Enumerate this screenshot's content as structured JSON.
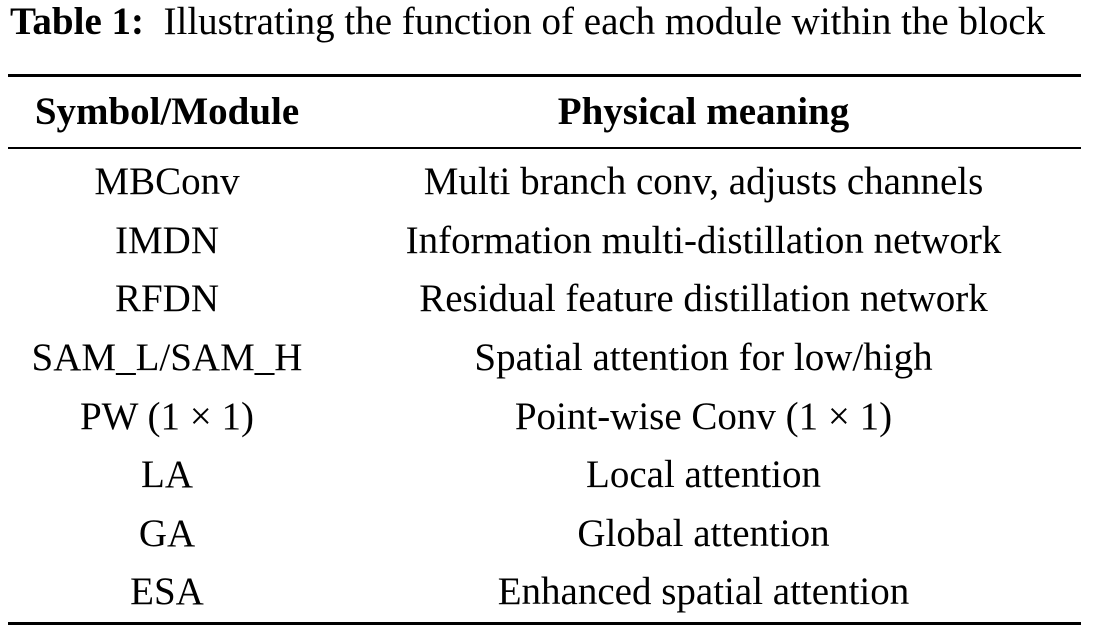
{
  "caption": {
    "label": "Table 1:",
    "text": "Illustrating the function of each module within the block"
  },
  "table": {
    "headers": [
      "Symbol/Module",
      "Physical meaning"
    ],
    "rows": [
      [
        "MBConv",
        "Multi branch conv, adjusts channels"
      ],
      [
        "IMDN",
        "Information multi-distillation network"
      ],
      [
        "RFDN",
        "Residual feature distillation network"
      ],
      [
        "SAM_L/SAM_H",
        "Spatial attention for low/high"
      ],
      [
        "PW (1 × 1)",
        "Point-wise Conv (1 × 1)"
      ],
      [
        "LA",
        "Local attention"
      ],
      [
        "GA",
        "Global attention"
      ],
      [
        "ESA",
        "Enhanced spatial attention"
      ]
    ]
  }
}
